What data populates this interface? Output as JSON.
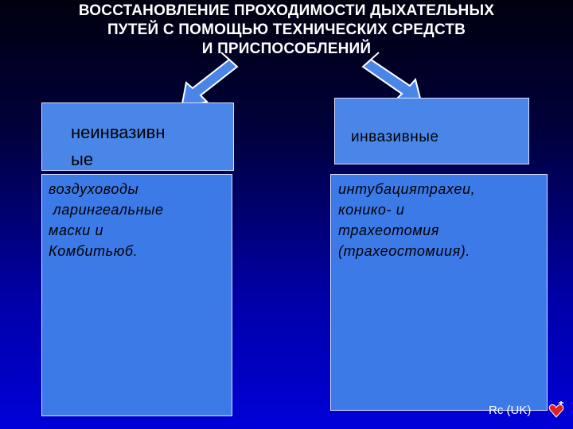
{
  "title": {
    "line1": "ВОССТАНОВЛЕНИЕ ПРОХОДИМОСТИ ДЫХАТЕЛЬНЫХ",
    "line2": "ПУТЕЙ С ПОМОЩЬЮ ТЕХНИЧЕСКИХ СРЕДСТВ",
    "line3": "И ПРИСПОСОБЛЕНИЙ"
  },
  "left": {
    "heading_line1": "неинвазивн",
    "heading_line2": "ые",
    "items": [
      "воздуховоды",
      " ларингеальные",
      "маски и",
      "Комбитьюб."
    ]
  },
  "right": {
    "heading": "инвазивные",
    "items": [
      "интубациятрахеи,",
      "конико- и",
      "трахеотомия",
      "(трахеостомиия)."
    ]
  },
  "footer": {
    "text": "Rc (UK)"
  },
  "colors": {
    "box_fill": "#4a86e8",
    "arrow_fill": "#4a86e8",
    "text_title": "#ffffff"
  },
  "icons": {
    "arrow": "arrow-down-icon",
    "logo": "logo-icon"
  }
}
